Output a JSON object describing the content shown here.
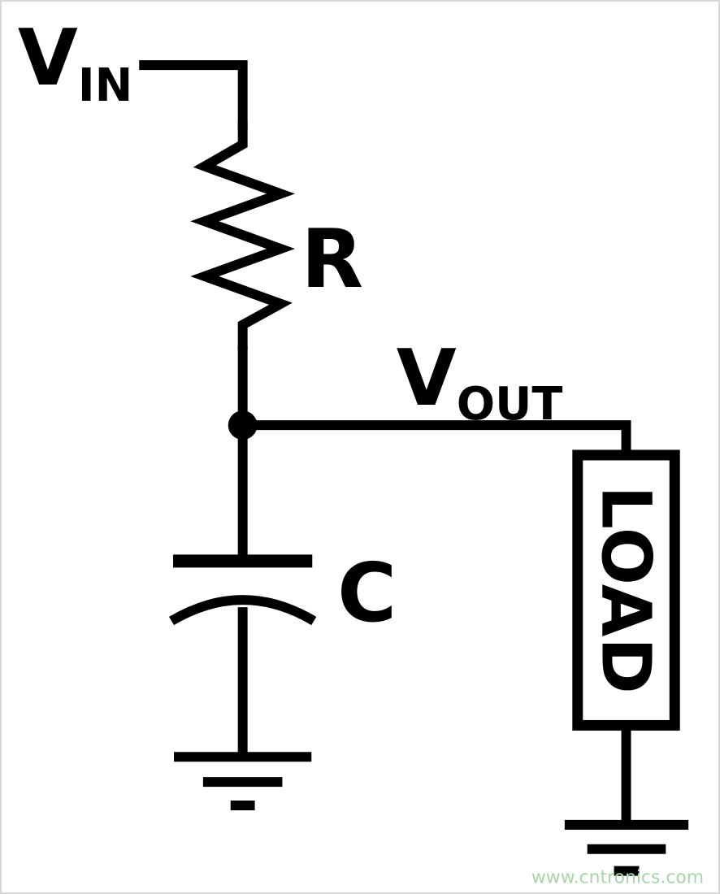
{
  "diagram": {
    "labels": {
      "vin": {
        "main": "V",
        "sub": "IN"
      },
      "resistor": "R",
      "vout": {
        "main": "V",
        "sub": "OUT"
      },
      "capacitor": "C",
      "load": "LOAD"
    }
  },
  "watermark": {
    "text": "www.cntronics.com",
    "color": "#a9d5a9"
  },
  "colors": {
    "ink": "#000000",
    "background": "#ffffff",
    "border": "#d8d8d8"
  }
}
